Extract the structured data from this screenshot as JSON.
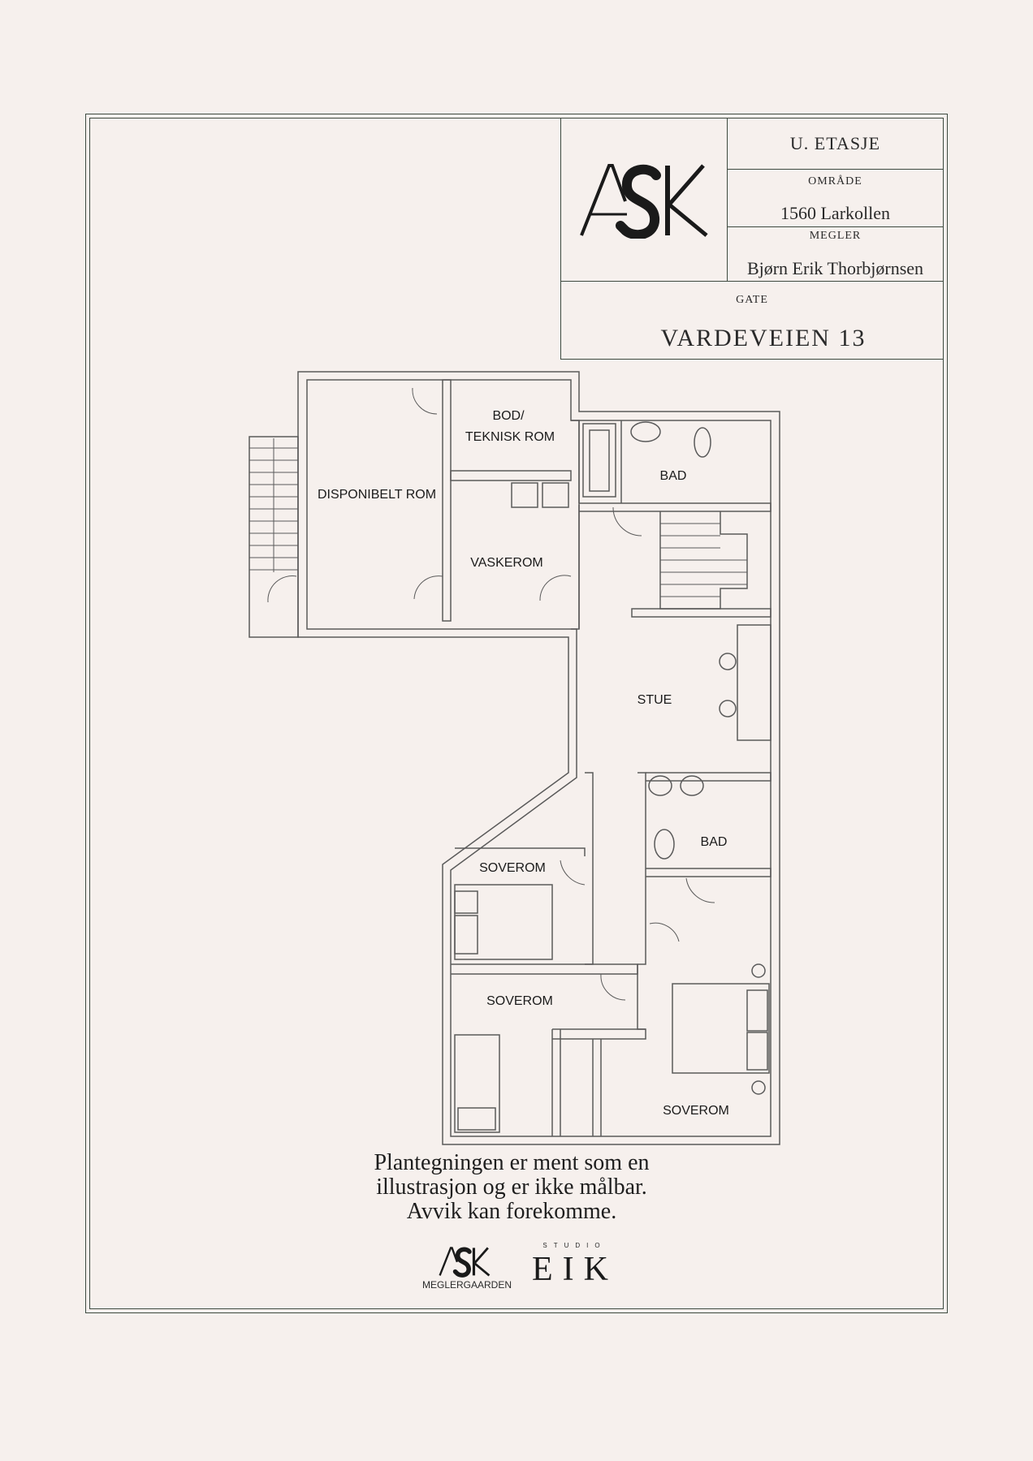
{
  "title_block": {
    "floor": "U. ETASJE",
    "area_label": "OMRÅDE",
    "area_value": "1560 Larkollen",
    "agent_label": "MEGLER",
    "agent_value": "Bjørn Erik Thorbjørnsen",
    "street_label": "GATE",
    "street_value": "VARDEVEIEN 13",
    "logo_text": "ASK"
  },
  "rooms": {
    "bod_line1": "BOD/",
    "bod_line2": "TEKNISK ROM",
    "disponibelt": "DISPONIBELT ROM",
    "vaskerom": "VASKEROM",
    "bad_top": "BAD",
    "stue": "STUE",
    "bad_mid": "BAD",
    "soverom_1": "SOVEROM",
    "soverom_2": "SOVEROM",
    "soverom_3": "SOVEROM"
  },
  "disclaimer": {
    "line1": "Plantegningen er ment som en",
    "line2": "illustrasjon og er ikke målbar.",
    "line3": "Avvik kan forekomme."
  },
  "footer": {
    "ask_logo": "ASK",
    "ask_sub": "MEGLERGAARDEN",
    "studio": "STUDIO",
    "eik": "EIK"
  },
  "colors": {
    "background": "#f6f0ed",
    "frame": "#3d4a40",
    "walls": "#5a5a5a"
  }
}
